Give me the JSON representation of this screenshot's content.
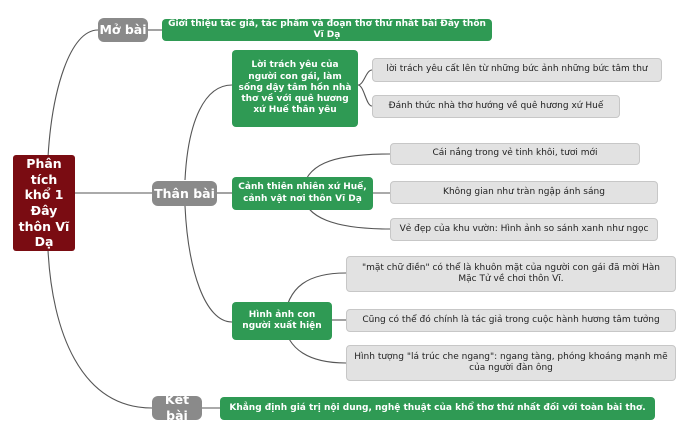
{
  "root": {
    "label": "Phân tích khổ 1 Đây thôn Vĩ Dạ"
  },
  "mo_bai": {
    "label": "Mở bài",
    "content": "Giới thiệu tác giả, tác phẩm và đoạn thơ thứ nhất bài Đây thôn Vĩ Dạ"
  },
  "than_bai": {
    "label": "Thân bài",
    "branch1": {
      "label": "Lời trách yêu của người con gái, làm sống dậy tâm hồn nhà thơ về với quê hương xứ Huế thân yêu",
      "items": [
        "lời trách yêu cất lên từ những bức ảnh những bức tâm thư",
        "Đánh thức nhà thơ hướng về quê hương xứ Huế"
      ]
    },
    "branch2": {
      "label": "Cảnh thiên nhiên xứ Huế, cảnh vật nơi thôn Vĩ Dạ",
      "items": [
        "Cái nắng trong vẻ tinh khôi, tươi mới",
        "Không gian như tràn ngập ánh sáng",
        "Vẻ đẹp của khu vườn: Hình ảnh so sánh xanh như ngọc"
      ]
    },
    "branch3": {
      "label": "Hình ảnh con người xuất hiện",
      "items": [
        "\"mặt chữ điền\" có thể là khuôn mặt của người con gái đã mời Hàn Mặc Tử về chơi thôn Vĩ.",
        "Cũng có thể đó chính là tác giả trong cuộc hành hương tâm tưởng",
        "Hình tượng \"lá trúc che ngang\": ngang tàng, phóng khoáng mạnh mẽ của người đàn ông"
      ]
    }
  },
  "ket_bai": {
    "label": "Kết bài",
    "content": "Khẳng định giá trị nội dung, nghệ thuật của khổ thơ thứ nhất đối với toàn bài thơ."
  },
  "colors": {
    "root": "#7a0c12",
    "section": "#8a8a8a",
    "branch": "#2f9a54",
    "leaf": "#e2e2e2",
    "connector": "#555555"
  }
}
